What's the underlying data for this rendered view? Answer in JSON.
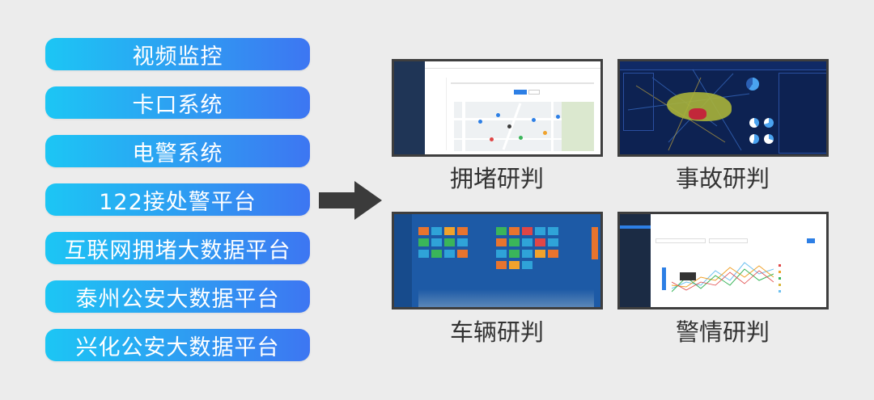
{
  "systems": [
    "视频监控",
    "卡口系统",
    "电警系统",
    "122接处警平台",
    "互联网拥堵大数据平台",
    "泰州公安大数据平台",
    "兴化公安大数据平台"
  ],
  "panels": {
    "congestion": {
      "caption": "拥堵研判"
    },
    "accident": {
      "caption": "事故研判"
    },
    "vehicle": {
      "caption": "车辆研判"
    },
    "alarm": {
      "caption": "警情研判"
    }
  },
  "colors": {
    "pill_gradient": [
      "#1cc6f4",
      "#3d76f2"
    ],
    "arrow": "#3b3b3b",
    "frame": "#3e3e3e",
    "background": "#ececec"
  }
}
